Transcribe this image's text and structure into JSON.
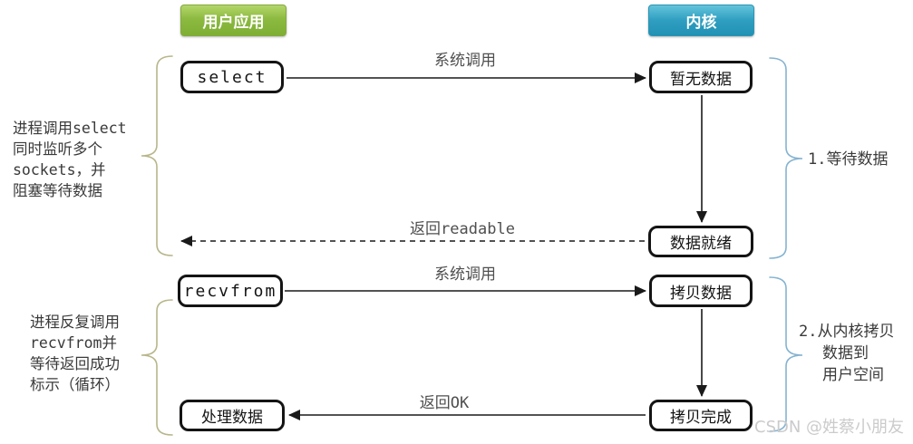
{
  "headers": {
    "user_app": "用户应用",
    "kernel": "内核"
  },
  "nodes": {
    "select": "select",
    "no_data": "暂无数据",
    "data_ready": "数据就绪",
    "recvfrom": "recvfrom",
    "copy_data": "拷贝数据",
    "copy_done": "拷贝完成",
    "process_data": "处理数据"
  },
  "arrow_labels": {
    "syscall_top": "系统调用",
    "return_readable": "返回readable",
    "syscall_bottom": "系统调用",
    "return_ok": "返回OK"
  },
  "annotations": {
    "left_top": [
      "进程调用select",
      "同时监听多个",
      "sockets，并",
      "阻塞等待数据"
    ],
    "left_bottom": [
      "进程反复调用",
      "recvfrom并",
      "等待返回成功",
      "标示（循环）"
    ],
    "right_top": "1.等待数据",
    "right_bottom": [
      "2.从内核拷贝",
      "数据到",
      "用户空间"
    ]
  },
  "watermark": "CSDN @姓蔡小朋友",
  "colors": {
    "user_app_green": "#8cba40",
    "kernel_teal": "#2a9cbf",
    "left_brace": "#b8b68a",
    "right_brace": "#85b3d1",
    "arrow_black": "#1a1a1a",
    "label_gray": "#4f4f4f",
    "watermark_gray": "#cbcbcb"
  }
}
